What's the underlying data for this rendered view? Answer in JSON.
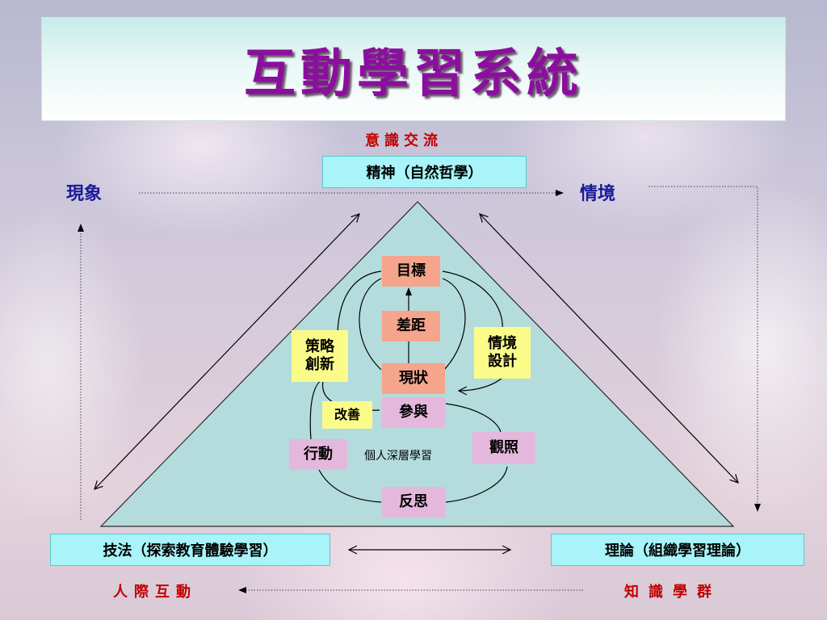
{
  "title": "互動學習系統",
  "top": {
    "label": "意識交流",
    "box": "精神（自然哲學）"
  },
  "left_label": "現象",
  "right_label": "情境",
  "bottom_left_box": "技法（探索教育體驗學習）",
  "bottom_right_box": "理論（組織學習理論）",
  "bottom_left_label": "人際互動",
  "bottom_right_label": "知識學群",
  "nodes": {
    "goal": "目標",
    "gap": "差距",
    "status": "現狀",
    "strategy_line1": "策略",
    "strategy_line2": "創新",
    "situation_line1": "情境",
    "situation_line2": "設計",
    "improve": "改善",
    "participate": "參與",
    "action": "行動",
    "deep_learning": "個人深層學習",
    "observe": "觀照",
    "reflect": "反思"
  },
  "colors": {
    "title": "#8b0f9e",
    "triangle_fill": "#b4dcdc",
    "cyan_box": "#a8f4f8",
    "salmon_node": "#f4a58c",
    "pink_node": "#e4b8dc",
    "yellow_node": "#fbfb8a",
    "red_text": "#c00000",
    "blue_text": "#1a1a9a"
  }
}
